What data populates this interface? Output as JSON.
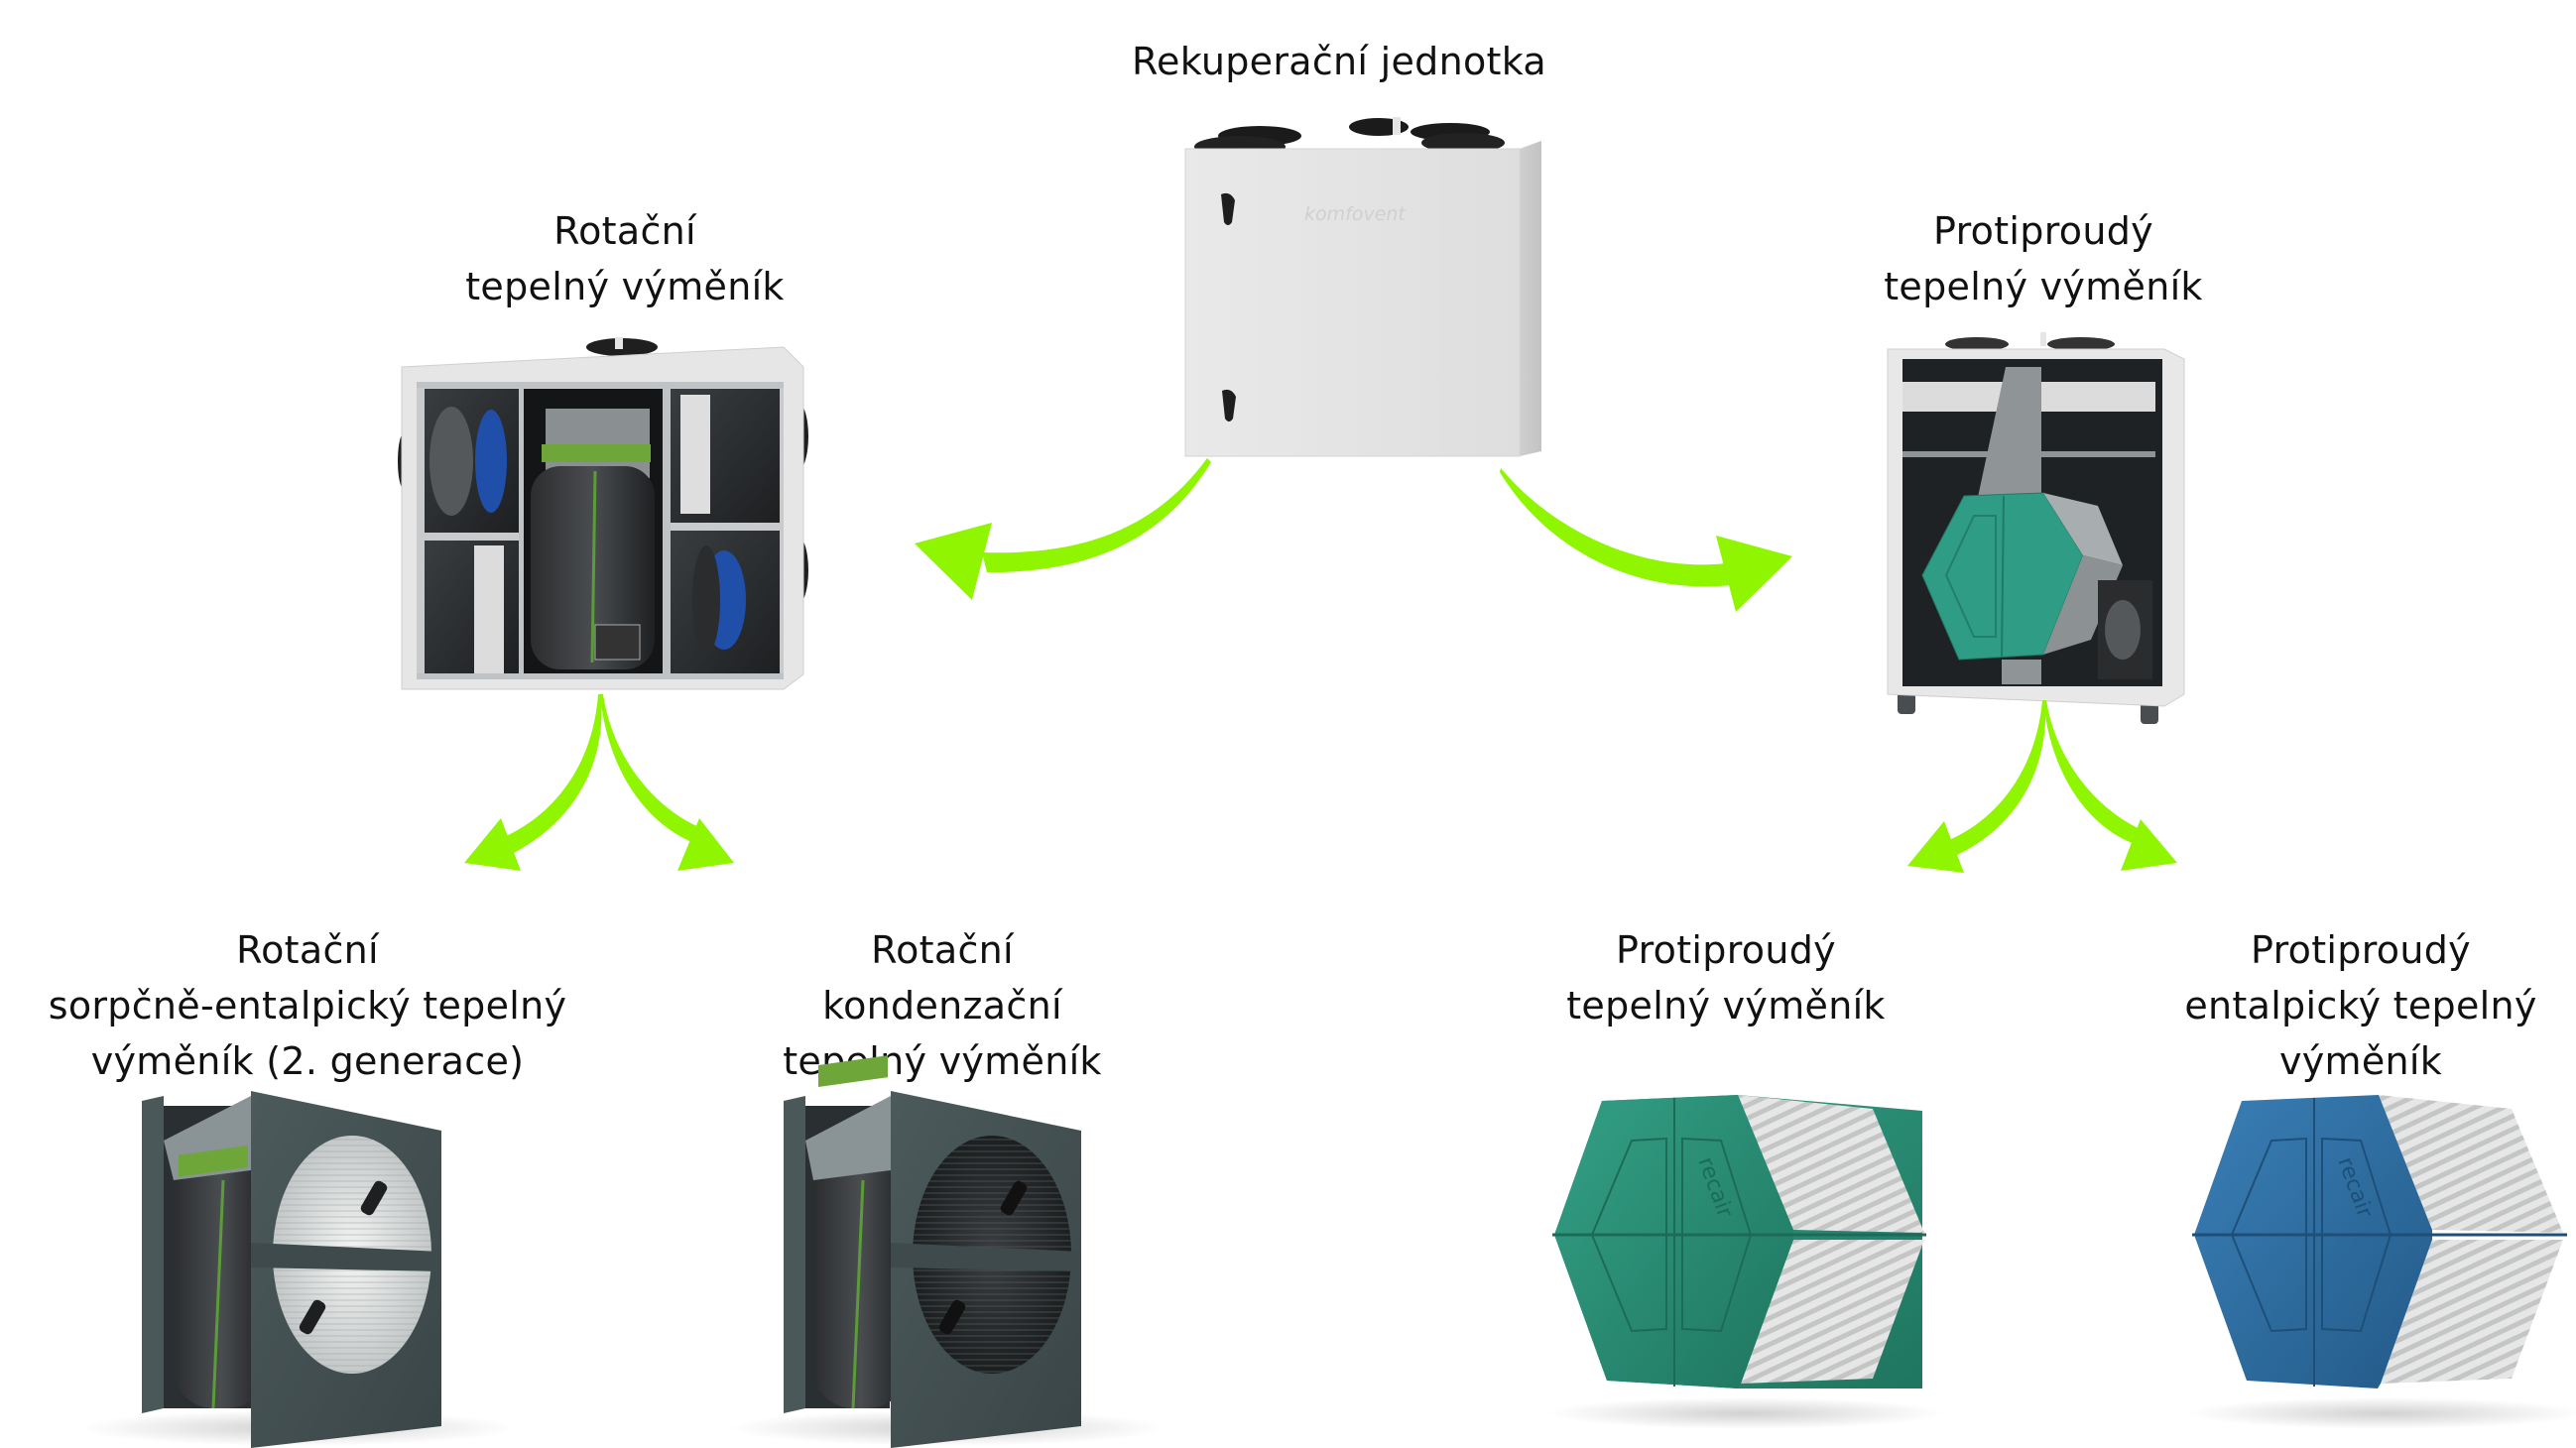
{
  "diagram": {
    "accent_color": "#8ff500",
    "nodes": {
      "root": {
        "label_lines": [
          "Rekuperační jednotka"
        ],
        "image": "recovery-unit-closed",
        "brand_text": "komfovent"
      },
      "rotary": {
        "label_lines": [
          "Rotační",
          "tepelný výměník"
        ],
        "image": "recovery-unit-rotary-open"
      },
      "counterflow": {
        "label_lines": [
          "Protiproudý",
          "tepelný výměník"
        ],
        "image": "recovery-unit-counterflow-open"
      },
      "rotary_sorption": {
        "label_lines": [
          "Rotační",
          "sorpčně-entalpický tepelný",
          "výměník (2. generace)"
        ],
        "image": "rotary-wheel-sorption",
        "wheel_color": "#d8dcdc"
      },
      "rotary_condensation": {
        "label_lines": [
          "Rotační",
          "kondenzační",
          "tepelný výměník"
        ],
        "image": "rotary-wheel-condensation",
        "wheel_color": "#2b3032"
      },
      "counterflow_standard": {
        "label_lines": [
          "Protiproudý",
          "tepelný výměník"
        ],
        "image": "hex-exchanger-green",
        "body_color": "#2a8b73",
        "brand_text": "recair"
      },
      "counterflow_enthalpy": {
        "label_lines": [
          "Protiproudý",
          "entalpický tepelný",
          "výměník"
        ],
        "image": "hex-exchanger-blue",
        "body_color": "#2e6a9e",
        "brand_text": "recair"
      }
    },
    "edges": [
      {
        "from": "root",
        "to": "rotary"
      },
      {
        "from": "root",
        "to": "counterflow"
      },
      {
        "from": "rotary",
        "to": "rotary_sorption"
      },
      {
        "from": "rotary",
        "to": "rotary_condensation"
      },
      {
        "from": "counterflow",
        "to": "counterflow_standard"
      },
      {
        "from": "counterflow",
        "to": "counterflow_enthalpy"
      }
    ]
  }
}
